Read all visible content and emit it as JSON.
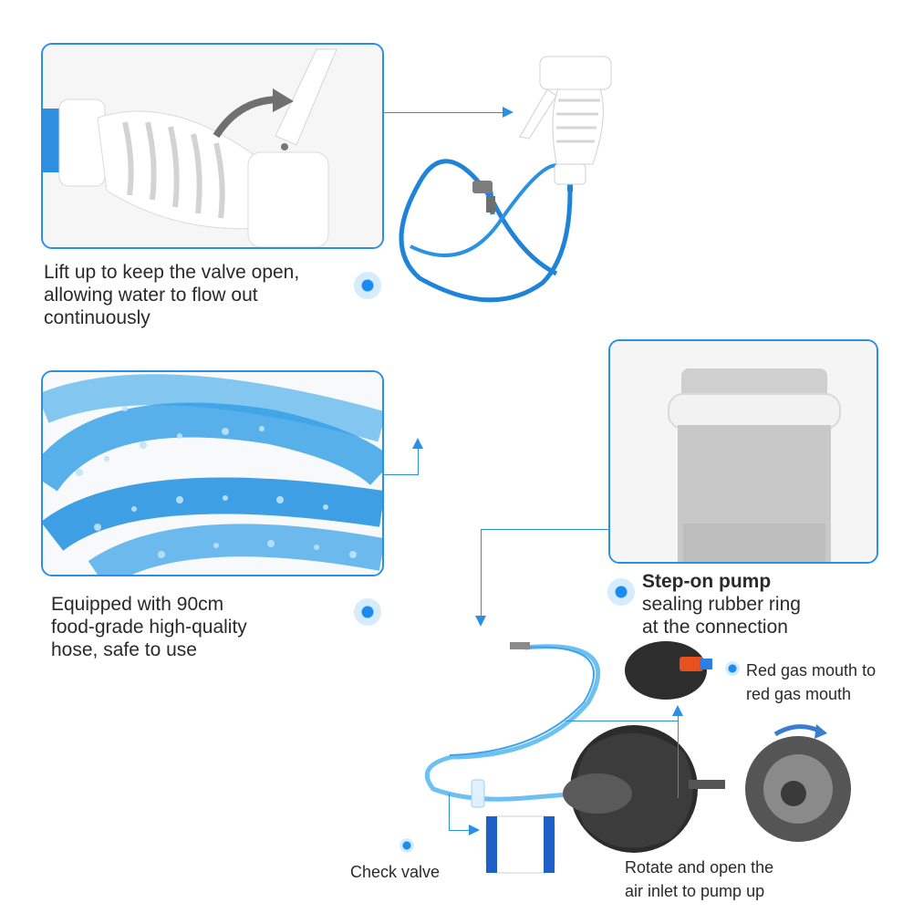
{
  "captions": {
    "valve": [
      "Lift up to keep the valve open,",
      "allowing water to flow out",
      "continuously"
    ],
    "hose": [
      "Equipped with 90cm",
      "food-grade high-quality",
      "hose, safe to use"
    ],
    "pump_title": "Step-on pump",
    "pump": [
      "sealing rubber ring",
      "at the connection"
    ],
    "gas": [
      "Red gas mouth to",
      "red gas mouth"
    ],
    "check_valve": "Check valve",
    "rotate": [
      "Rotate and open the",
      "air inlet to pump up"
    ]
  },
  "colors": {
    "accent": "#2b8fe6",
    "hose_blue": "#1f84d8",
    "dot_center": "#1a8cf0"
  }
}
